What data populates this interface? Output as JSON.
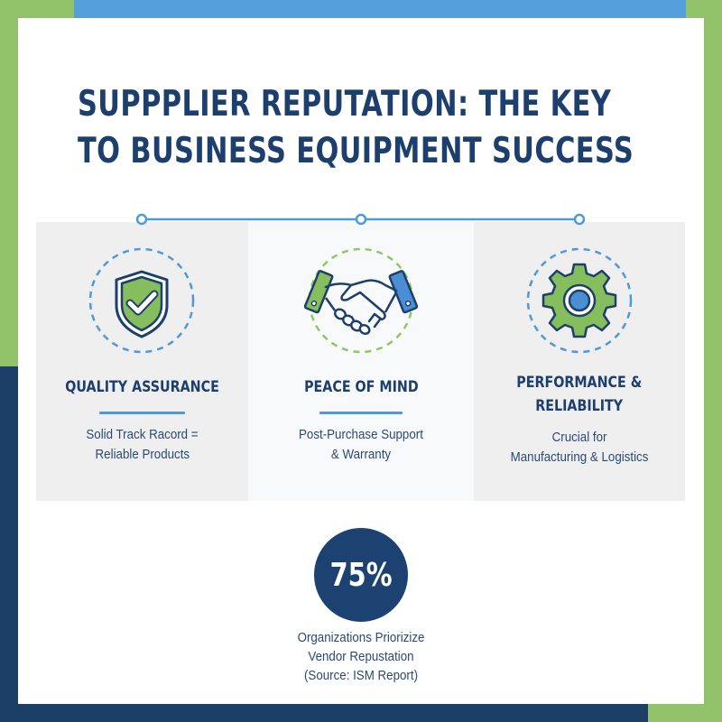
{
  "colors": {
    "navy": "#1c4272",
    "title_navy": "#1d3f6d",
    "accent_blue": "#4e9ad8",
    "accent_green": "#92c26a",
    "card_grey": "#efefef",
    "card_light": "#f8f9fa"
  },
  "header": {
    "title_line1": "SUPPPLIER REPUTATION: THE KEY",
    "title_line2": "TO BUSINESS EQUIPMENT SUCCESS"
  },
  "cards": [
    {
      "icon": "shield-check-icon",
      "title": "QUALITY ASSURANCE",
      "subtitle_line1": "Solid Track Racord =",
      "subtitle_line2": "Reliable Products"
    },
    {
      "icon": "handshake-icon",
      "title": "PEACE OF MIND",
      "subtitle_line1": "Post-Purchase Support",
      "subtitle_line2": "& Warranty"
    },
    {
      "icon": "gear-icon",
      "title_line1": "PERFORMANCE &",
      "title_line2": "RELIABILITY",
      "subtitle_line1": "Crucial for",
      "subtitle_line2": "Manufacturing & Logistics"
    }
  ],
  "stat": {
    "value": "75%",
    "caption_line1": "Organizations Priorizize",
    "caption_line2": "Vendor Repustation",
    "caption_line3": "(Source: ISM Report)"
  }
}
